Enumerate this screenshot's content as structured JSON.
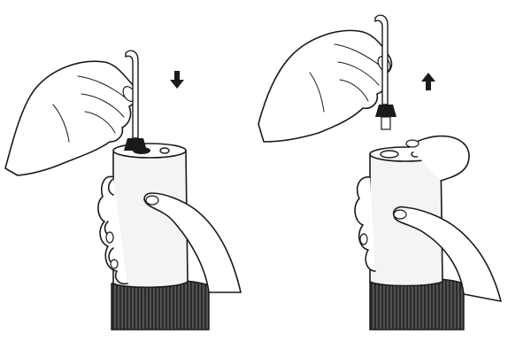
{
  "illustration": {
    "panels": [
      {
        "step": "insert-nozzle",
        "arrow_direction": "down"
      },
      {
        "step": "remove-nozzle",
        "arrow_direction": "up"
      }
    ],
    "colors": {
      "ink": "#1a1a1a",
      "background": "#ffffff",
      "grip": "#3a3a3a",
      "body": "#f4f4f2"
    },
    "icons": [
      "arrow-down-icon",
      "arrow-up-icon"
    ]
  }
}
